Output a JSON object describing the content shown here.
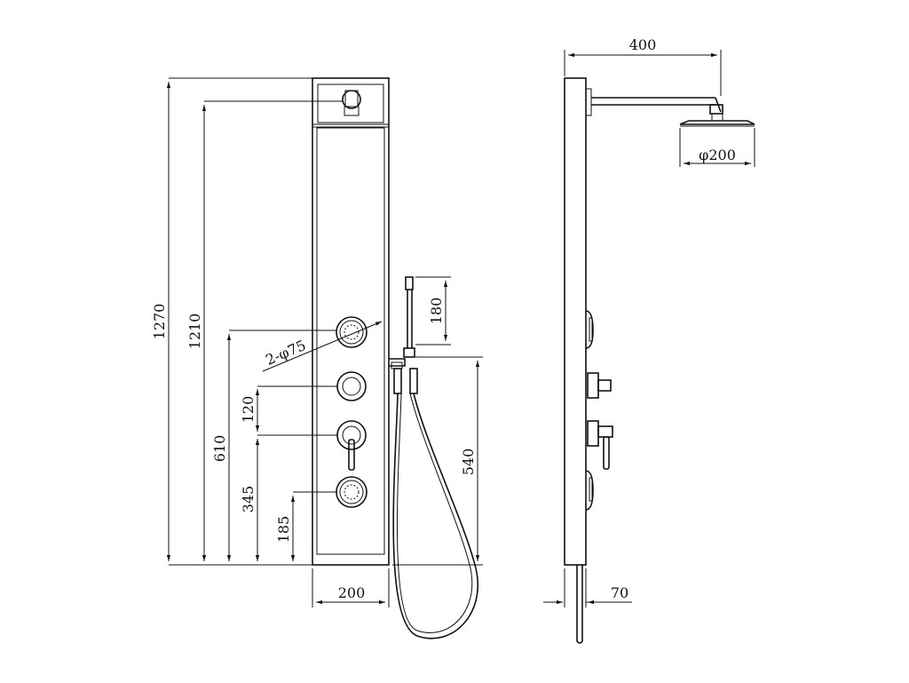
{
  "front_view": {
    "dimensions": {
      "total_height": "1270",
      "head_height": "1210",
      "top_jet_height": "610",
      "valve_height": "345",
      "bottom_jet_height": "185",
      "valve_spacing": "120",
      "jet_diameter": "2-φ75",
      "panel_width": "200",
      "handshower_length": "180",
      "hose_height": "540"
    }
  },
  "side_view": {
    "dimensions": {
      "arm_length": "400",
      "head_diameter": "φ200",
      "panel_depth": "70"
    }
  }
}
